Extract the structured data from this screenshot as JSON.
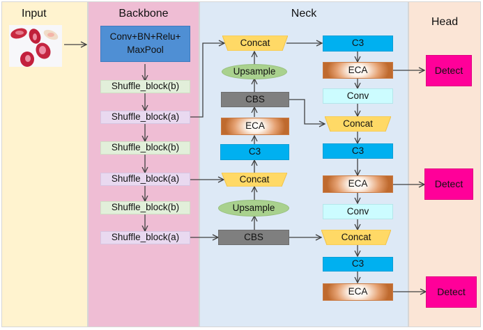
{
  "panels": {
    "input": "Input",
    "backbone": "Backbone",
    "neck": "Neck",
    "head": "Head"
  },
  "input_image": {
    "description": "red and white seeds photo",
    "icon": "seed-photo"
  },
  "backbone": {
    "stem": [
      "Conv+BN+Relu+",
      "MaxPool"
    ],
    "blocks": [
      "Shuffle_block(b)",
      "Shuffle_block(a)",
      "Shuffle_block(b)",
      "Shuffle_block(a)",
      "Shuffle_block(b)",
      "Shuffle_block(a)"
    ]
  },
  "neck_left": {
    "concat_top": "Concat",
    "upsample_top": "Upsample",
    "cbs_top": "CBS",
    "eca": "ECA",
    "c3": "C3",
    "concat_mid": "Concat",
    "upsample_bottom": "Upsample",
    "cbs_bottom": "CBS"
  },
  "neck_right": {
    "c3_1": "C3",
    "eca_1": "ECA",
    "conv_1": "Conv",
    "concat_1": "Concat",
    "c3_2": "C3",
    "eca_2": "ECA",
    "conv_2": "Conv",
    "concat_2": "Concat",
    "c3_3": "C3",
    "eca_3": "ECA"
  },
  "head": {
    "detect": [
      "Detect",
      "Detect",
      "Detect"
    ]
  },
  "colors": {
    "input_bg": "#fff3cf",
    "backbone_bg": "#efbdd4",
    "neck_bg": "#dde9f6",
    "head_bg": "#fbe5d6",
    "stem": "#4f8fd4",
    "shuffle_a": "#e9d9f0",
    "shuffle_b": "#e2efda",
    "cbs": "#7f7f7f",
    "c3": "#00b0f0",
    "conv": "#ccfcff",
    "concat": "#ffd966",
    "upsample": "#a9d18e",
    "eca_edge": "#bf6a2e",
    "detect": "#ff0099",
    "wire": "#404040"
  }
}
